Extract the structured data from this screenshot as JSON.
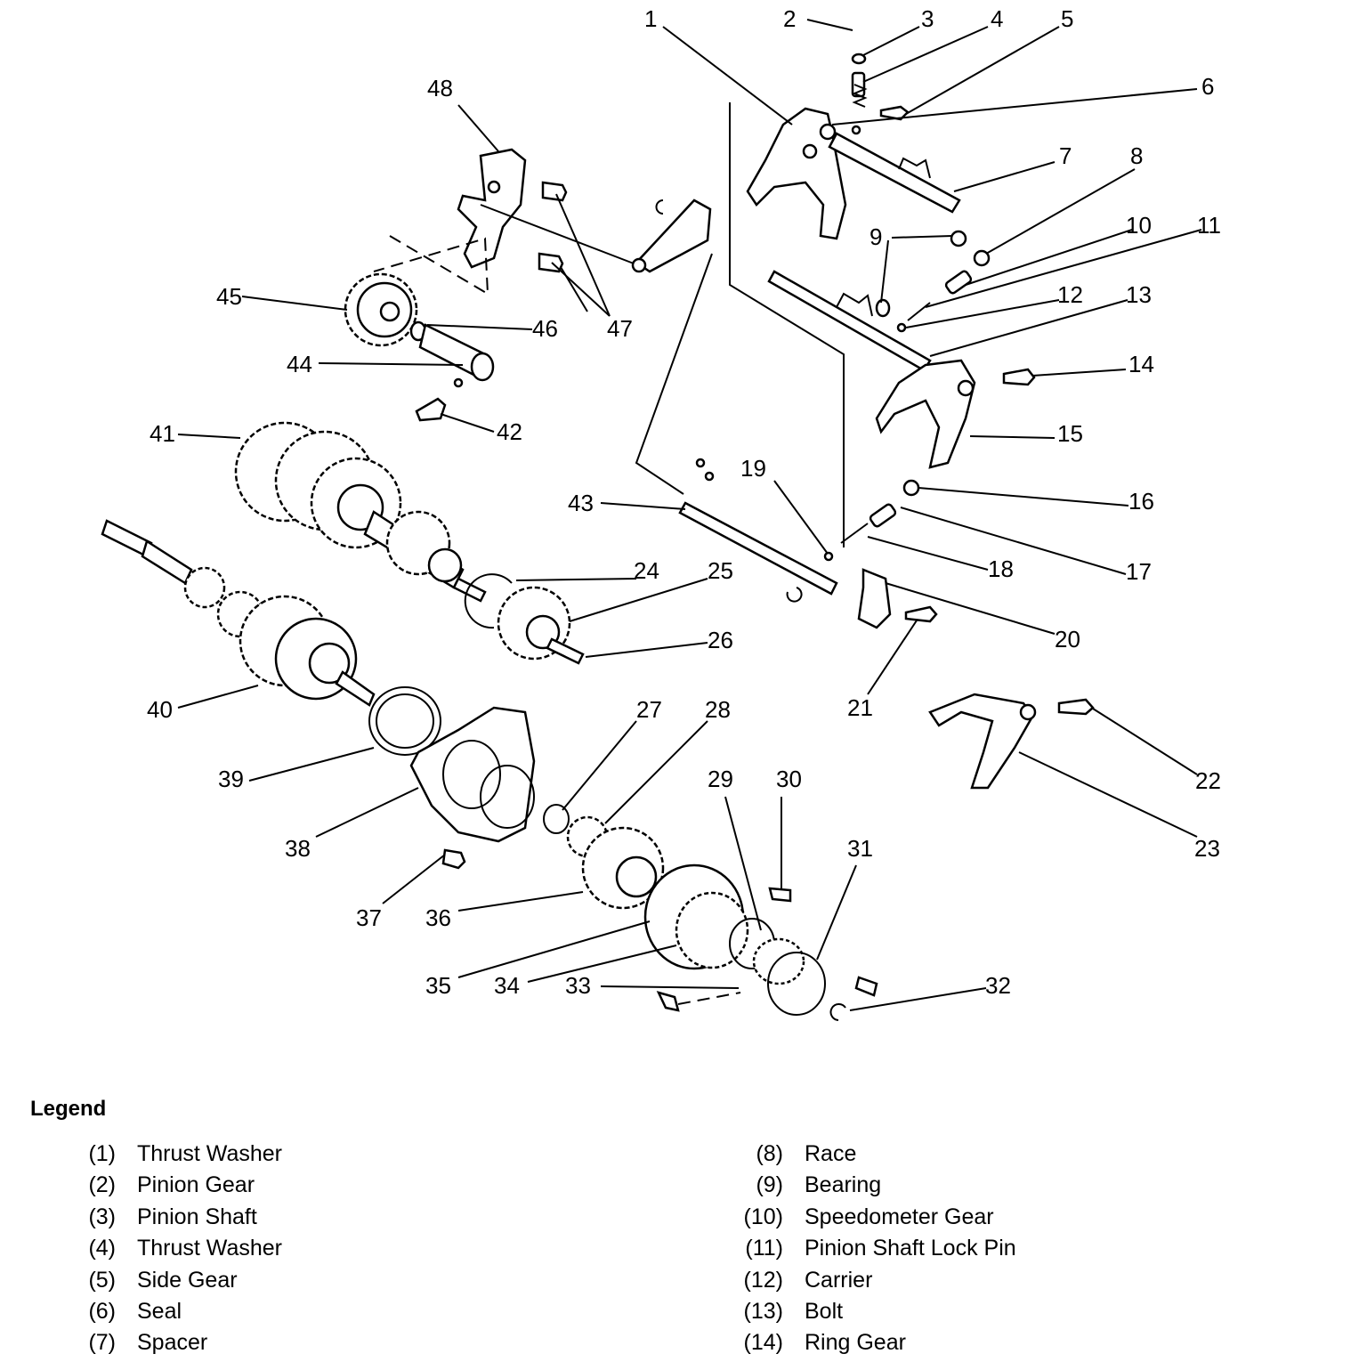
{
  "callouts": [
    "1",
    "2",
    "3",
    "4",
    "5",
    "6",
    "7",
    "8",
    "9",
    "10",
    "11",
    "12",
    "13",
    "14",
    "15",
    "16",
    "17",
    "18",
    "19",
    "20",
    "21",
    "22",
    "23",
    "24",
    "25",
    "26",
    "27",
    "28",
    "29",
    "30",
    "31",
    "32",
    "33",
    "34",
    "35",
    "36",
    "37",
    "38",
    "39",
    "40",
    "41",
    "42",
    "43",
    "44",
    "45",
    "46",
    "47",
    "48"
  ],
  "legend": {
    "title": "Legend",
    "left": [
      {
        "num": "(1)",
        "name": "Thrust Washer"
      },
      {
        "num": "(2)",
        "name": "Pinion Gear"
      },
      {
        "num": "(3)",
        "name": "Pinion Shaft"
      },
      {
        "num": "(4)",
        "name": "Thrust Washer"
      },
      {
        "num": "(5)",
        "name": "Side Gear"
      },
      {
        "num": "(6)",
        "name": "Seal"
      },
      {
        "num": "(7)",
        "name": "Spacer"
      }
    ],
    "right": [
      {
        "num": "(8)",
        "name": "Race"
      },
      {
        "num": "(9)",
        "name": "Bearing"
      },
      {
        "num": "(10)",
        "name": "Speedometer Gear"
      },
      {
        "num": "(11)",
        "name": "Pinion Shaft Lock Pin"
      },
      {
        "num": "(12)",
        "name": "Carrier"
      },
      {
        "num": "(13)",
        "name": "Bolt"
      },
      {
        "num": "(14)",
        "name": "Ring Gear"
      }
    ]
  }
}
